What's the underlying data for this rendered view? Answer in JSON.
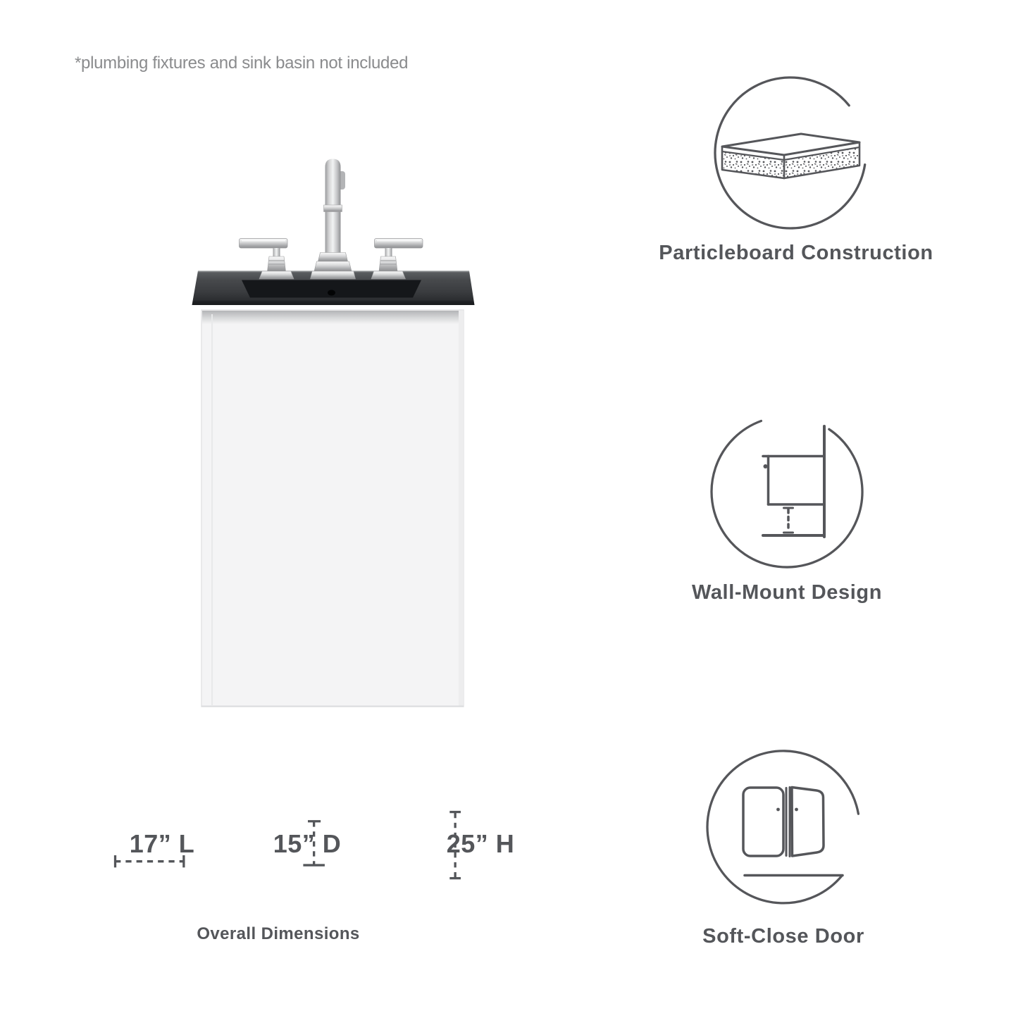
{
  "disclaimer": "*plumbing fixtures and sink basin not included",
  "features": [
    {
      "icon": "particleboard-icon",
      "label": "Particleboard Construction"
    },
    {
      "icon": "wall-mount-icon",
      "label": "Wall-Mount Design"
    },
    {
      "icon": "soft-close-door-icon",
      "label": "Soft-Close Door"
    }
  ],
  "dimensions": {
    "length_label": "17” L",
    "depth_label": "15” D",
    "height_label": "25” H",
    "caption": "Overall Dimensions"
  },
  "product": {
    "description": "wall-mount bathroom vanity with gooseneck faucet, two lever handles, black sink top and white cabinet"
  },
  "colors": {
    "label_text": "#54565a",
    "disclaimer_text": "#8a8b8d",
    "icon_stroke": "#55565a",
    "counter_top": "#44474a",
    "sink_basin": "#15171a",
    "cabinet": "#f4f4f5",
    "faucet_metal": "#c9cacc",
    "background": "#ffffff"
  }
}
